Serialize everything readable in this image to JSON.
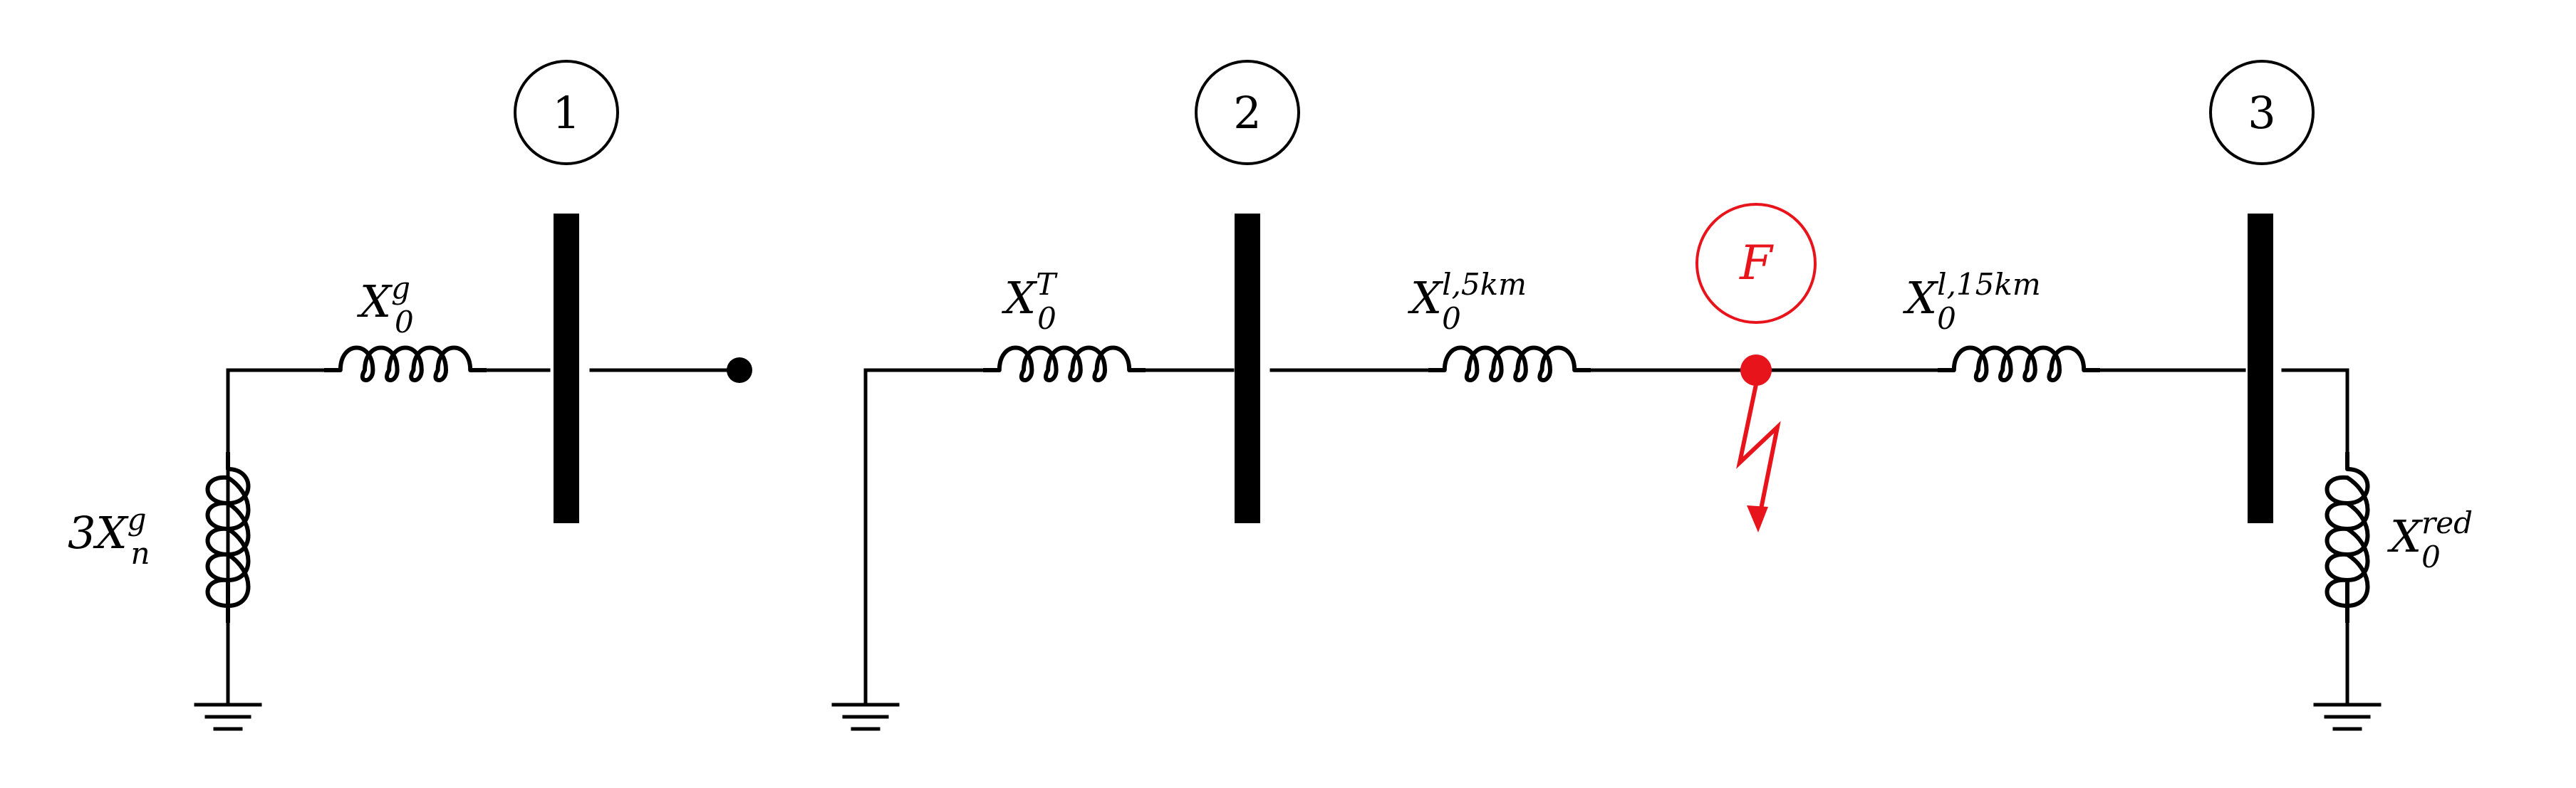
{
  "buses": [
    {
      "number": "1"
    },
    {
      "number": "2"
    },
    {
      "number": "3"
    }
  ],
  "fault": {
    "label": "F",
    "color": "#e8141c"
  },
  "inductors": {
    "neutral": {
      "prefix": "3",
      "base": "X",
      "sub": "n",
      "sup": "g"
    },
    "generator": {
      "base": "X",
      "sub": "0",
      "sup": "g"
    },
    "transformer": {
      "base": "X",
      "sub": "0",
      "sup": "T"
    },
    "line_5km": {
      "base": "X",
      "sub": "0",
      "sup": "l,5km"
    },
    "line_15km": {
      "base": "X",
      "sub": "0",
      "sup": "l,15km"
    },
    "reduced": {
      "base": "X",
      "sub": "0",
      "sup": "red"
    }
  },
  "colors": {
    "line": "#000000",
    "fault": "#e8141c"
  }
}
